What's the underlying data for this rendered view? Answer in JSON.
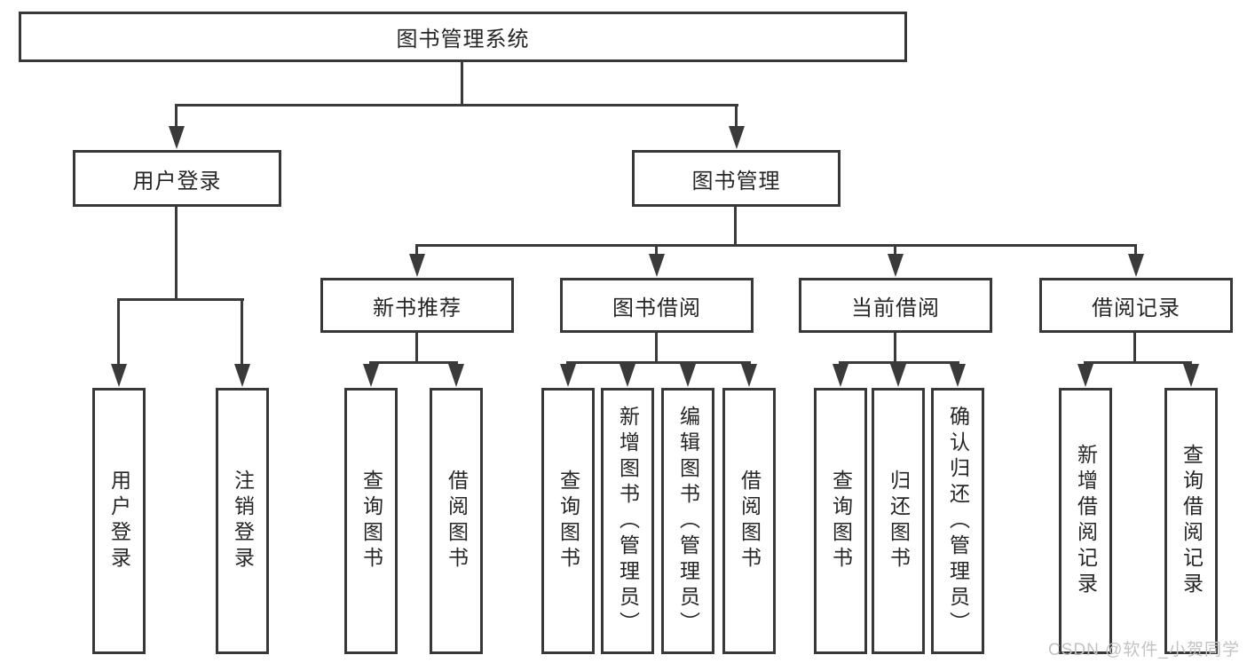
{
  "diagram": {
    "title": "图书管理系统",
    "tree": {
      "label": "图书管理系统",
      "children": [
        {
          "label": "用户登录",
          "children": [
            {
              "label": "用户登录"
            },
            {
              "label": "注销登录"
            }
          ]
        },
        {
          "label": "图书管理",
          "children": [
            {
              "label": "新书推荐",
              "children": [
                {
                  "label": "查询图书"
                },
                {
                  "label": "借阅图书"
                }
              ]
            },
            {
              "label": "图书借阅",
              "children": [
                {
                  "label": "查询图书"
                },
                {
                  "label": "新增图书（管理员）"
                },
                {
                  "label": "编辑图书（管理员）"
                },
                {
                  "label": "借阅图书"
                }
              ]
            },
            {
              "label": "当前借阅",
              "children": [
                {
                  "label": "查询图书"
                },
                {
                  "label": "归还图书"
                },
                {
                  "label": "确认归还（管理员）"
                }
              ]
            },
            {
              "label": "借阅记录",
              "children": [
                {
                  "label": "新增借阅记录"
                },
                {
                  "label": "查询借阅记录"
                }
              ]
            }
          ]
        }
      ]
    },
    "colors": {
      "line": "#3a3a3a",
      "border": "#383838",
      "text": "#262626",
      "background": "#ffffff",
      "watermark": "#c3c3c3"
    }
  },
  "watermark": "CSDN @软件_小贺同学"
}
